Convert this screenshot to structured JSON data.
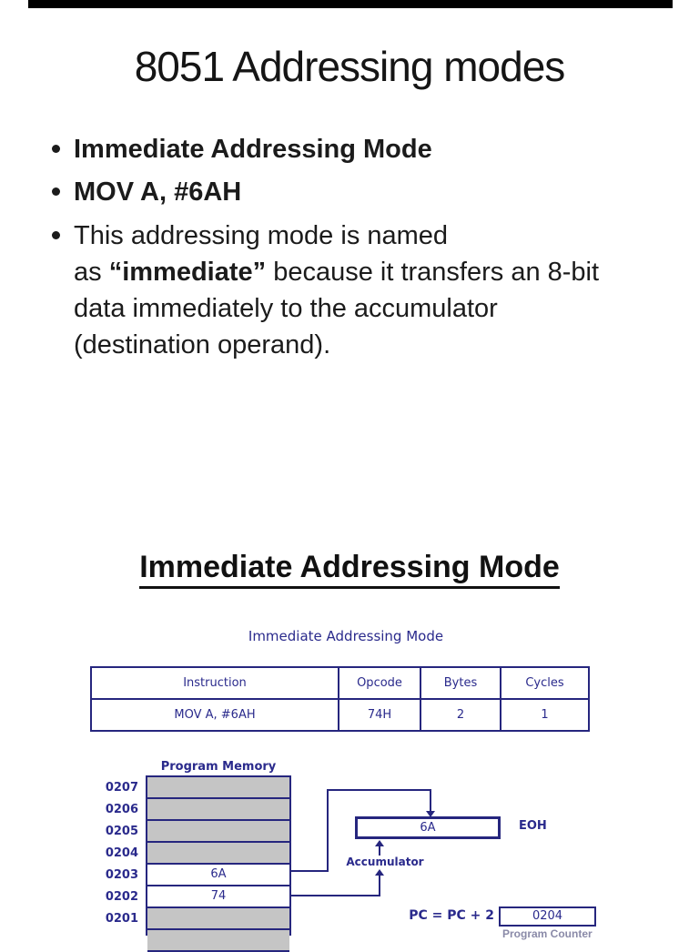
{
  "top_bar": {
    "color": "#000000"
  },
  "slide": {
    "title": "8051 Addressing modes",
    "bullet1": "Immediate Addressing Mode",
    "bullet2": "MOV A, #6AH",
    "bullet3": {
      "line1": "This addressing mode is named",
      "line2_pre": "as ",
      "line2_bold": "“immediate”",
      "line2_post": " because it transfers an 8-bit",
      "line3": "data immediately to the accumulator",
      "line4": "(destination operand)."
    },
    "section_heading": "Immediate Addressing Mode"
  },
  "figure": {
    "caption": "Immediate Addressing Mode",
    "table": {
      "headers": [
        "Instruction",
        "Opcode",
        "Bytes",
        "Cycles"
      ],
      "rows": [
        [
          "MOV A, #6AH",
          "74H",
          "2",
          "1"
        ]
      ]
    },
    "memory": {
      "title": "Program Memory",
      "cells": [
        {
          "addr": "0207",
          "value": ""
        },
        {
          "addr": "0206",
          "value": ""
        },
        {
          "addr": "0205",
          "value": ""
        },
        {
          "addr": "0204",
          "value": ""
        },
        {
          "addr": "0203",
          "value": "6A"
        },
        {
          "addr": "0202",
          "value": "74"
        },
        {
          "addr": "0201",
          "value": ""
        },
        {
          "addr": "",
          "value": ""
        }
      ]
    },
    "accumulator": {
      "value": "6A",
      "register_label": "EOH",
      "caption": "Accumulator"
    },
    "program_counter": {
      "equation": "PC = PC + 2",
      "value": "0204",
      "footer_label": "Program Counter"
    }
  },
  "colors": {
    "navy": "#26267e",
    "cell_gray": "#c5c5c5",
    "text_black": "#1b1b1b"
  }
}
